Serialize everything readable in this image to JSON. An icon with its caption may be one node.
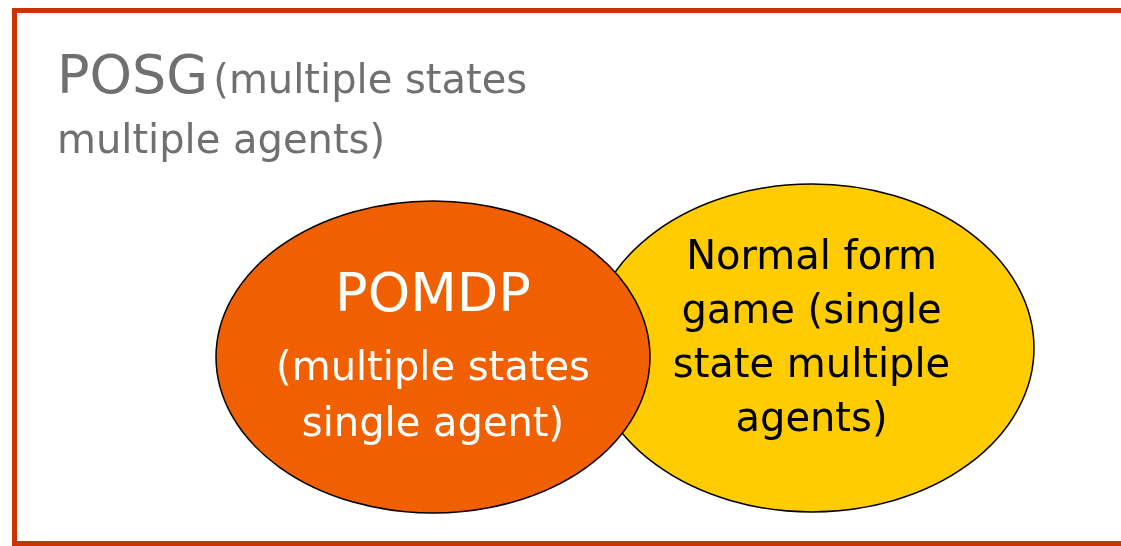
{
  "diagram": {
    "nodes": [
      {
        "text": [
          "POSG",
          "(multiple states multiple agents)"
        ]
      },
      {
        "text": [
          "POMDP",
          "(multiple states single agent)"
        ],
        "in": 0
      },
      {
        "text": [
          "Normal form game (single state multiple agents)"
        ],
        "in": 0
      }
    ]
  }
}
